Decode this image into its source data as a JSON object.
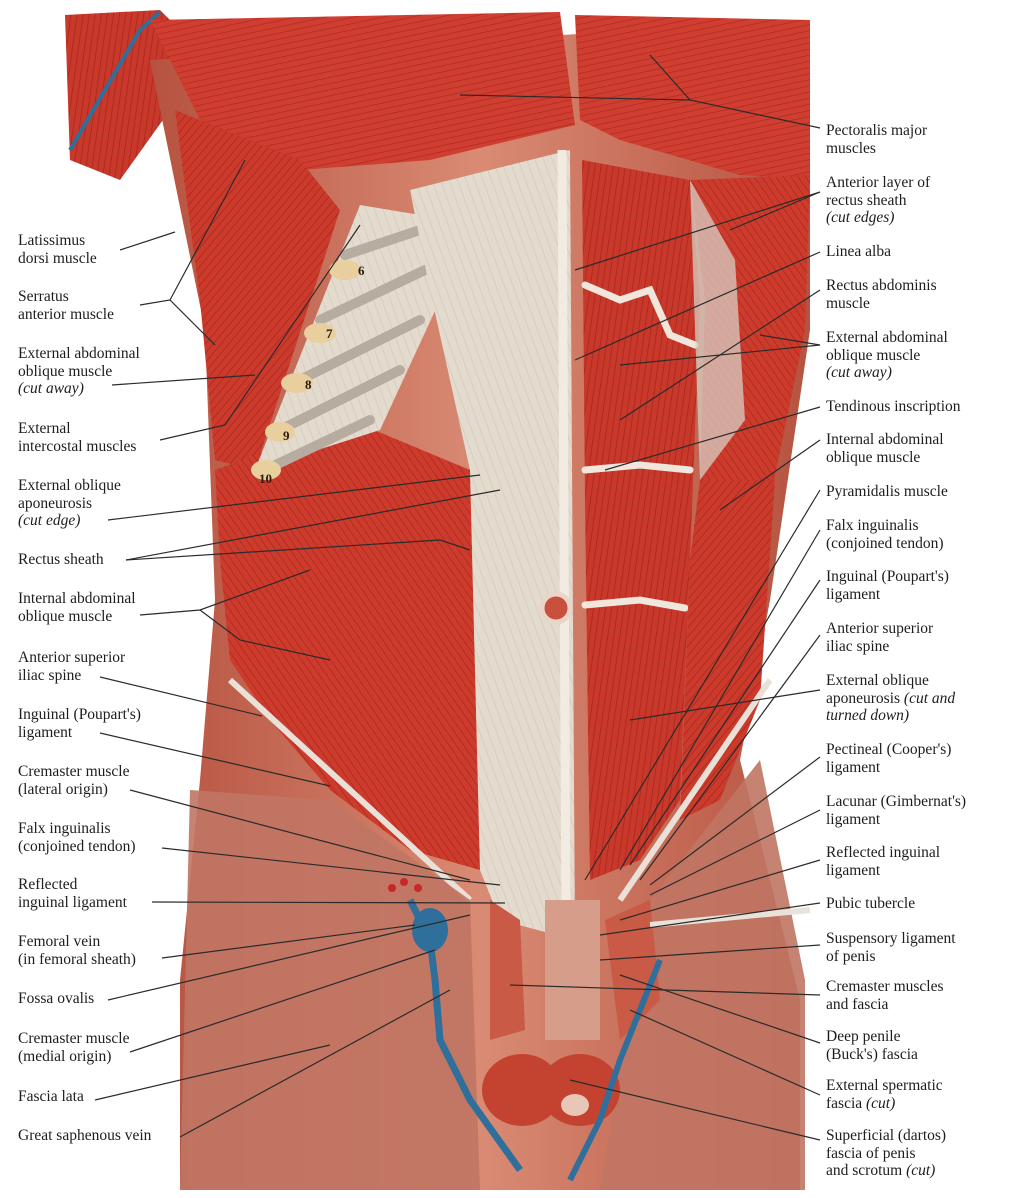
{
  "rib_numbers": [
    "6",
    "7",
    "8",
    "9",
    "10"
  ],
  "labels_left": [
    {
      "id": "latissimus",
      "lines": [
        "Latissimus",
        "dorsi muscle"
      ]
    },
    {
      "id": "serratus",
      "lines": [
        "Serratus",
        "anterior muscle"
      ]
    },
    {
      "id": "ext-oblique-cut",
      "lines": [
        "External abdominal",
        "oblique muscle"
      ],
      "italic": "(cut away)"
    },
    {
      "id": "ext-intercostal",
      "lines": [
        "External",
        "intercostal muscles"
      ]
    },
    {
      "id": "ext-oblique-apon",
      "lines": [
        "External oblique",
        "aponeurosis"
      ],
      "italic": "(cut edge)"
    },
    {
      "id": "rectus-sheath",
      "lines": [
        "Rectus sheath"
      ]
    },
    {
      "id": "int-oblique-left",
      "lines": [
        "Internal abdominal",
        "oblique muscle"
      ]
    },
    {
      "id": "asis-left",
      "lines": [
        "Anterior superior",
        "iliac spine"
      ]
    },
    {
      "id": "inguinal-left",
      "lines": [
        "Inguinal (Poupart's)",
        "ligament"
      ]
    },
    {
      "id": "cremaster-lat",
      "lines": [
        "Cremaster muscle",
        "(lateral origin)"
      ]
    },
    {
      "id": "falx-left",
      "lines": [
        "Falx inguinalis",
        "(conjoined tendon)"
      ]
    },
    {
      "id": "reflected-left",
      "lines": [
        "Reflected",
        "inguinal ligament"
      ]
    },
    {
      "id": "femoral-vein",
      "lines": [
        "Femoral vein",
        "(in femoral sheath)"
      ]
    },
    {
      "id": "fossa-ovalis",
      "lines": [
        "Fossa ovalis"
      ]
    },
    {
      "id": "cremaster-med",
      "lines": [
        "Cremaster muscle",
        "(medial origin)"
      ]
    },
    {
      "id": "fascia-lata",
      "lines": [
        "Fascia lata"
      ]
    },
    {
      "id": "saphenous",
      "lines": [
        "Great saphenous vein"
      ]
    }
  ],
  "labels_right": [
    {
      "id": "pectoralis",
      "lines": [
        "Pectoralis major",
        "muscles"
      ]
    },
    {
      "id": "ant-layer",
      "lines": [
        "Anterior layer of",
        "rectus sheath"
      ],
      "italic": "(cut edges)"
    },
    {
      "id": "linea-alba",
      "lines": [
        "Linea alba"
      ]
    },
    {
      "id": "rectus-abd",
      "lines": [
        "Rectus abdominis",
        "muscle"
      ]
    },
    {
      "id": "ext-oblique-right",
      "lines": [
        "External abdominal",
        "oblique muscle"
      ],
      "italic": "(cut away)"
    },
    {
      "id": "tendinous",
      "lines": [
        "Tendinous inscription"
      ]
    },
    {
      "id": "int-oblique-right",
      "lines": [
        "Internal abdominal",
        "oblique muscle"
      ]
    },
    {
      "id": "pyramidalis",
      "lines": [
        "Pyramidalis muscle"
      ]
    },
    {
      "id": "falx-right",
      "lines": [
        "Falx inguinalis",
        "(conjoined tendon)"
      ]
    },
    {
      "id": "inguinal-right",
      "lines": [
        "Inguinal (Poupart's)",
        "ligament"
      ]
    },
    {
      "id": "asis-right",
      "lines": [
        "Anterior superior",
        "iliac spine"
      ]
    },
    {
      "id": "ext-apon-turned",
      "lines": [
        "External oblique",
        "aponeurosis"
      ],
      "italic_tail": "(cut and",
      "italic_line": "turned down)"
    },
    {
      "id": "pectineal",
      "lines": [
        "Pectineal (Cooper's)",
        "ligament"
      ]
    },
    {
      "id": "lacunar",
      "lines": [
        "Lacunar (Gimbernat's)",
        "ligament"
      ]
    },
    {
      "id": "reflected-right",
      "lines": [
        "Reflected inguinal",
        "ligament"
      ]
    },
    {
      "id": "pubic-tubercle",
      "lines": [
        "Pubic tubercle"
      ]
    },
    {
      "id": "suspensory",
      "lines": [
        "Suspensory ligament",
        "of penis"
      ]
    },
    {
      "id": "cremaster-muscles",
      "lines": [
        "Cremaster muscles",
        "and fascia"
      ]
    },
    {
      "id": "deep-penile",
      "lines": [
        "Deep penile",
        "(Buck's) fascia"
      ]
    },
    {
      "id": "ext-spermatic",
      "lines": [
        "External spermatic",
        "fascia"
      ],
      "italic_tail": "(cut)"
    },
    {
      "id": "superficial-dartos",
      "lines": [
        "Superficial (dartos)",
        "fascia of penis",
        "and scrotum"
      ],
      "italic_tail": "(cut)"
    }
  ],
  "colors": {
    "muscle": "#c9362a",
    "muscle_dark": "#9e2419",
    "fascia": "#e6ddd2",
    "vein": "#2f6f9c",
    "leader": "#2b2b2b"
  }
}
